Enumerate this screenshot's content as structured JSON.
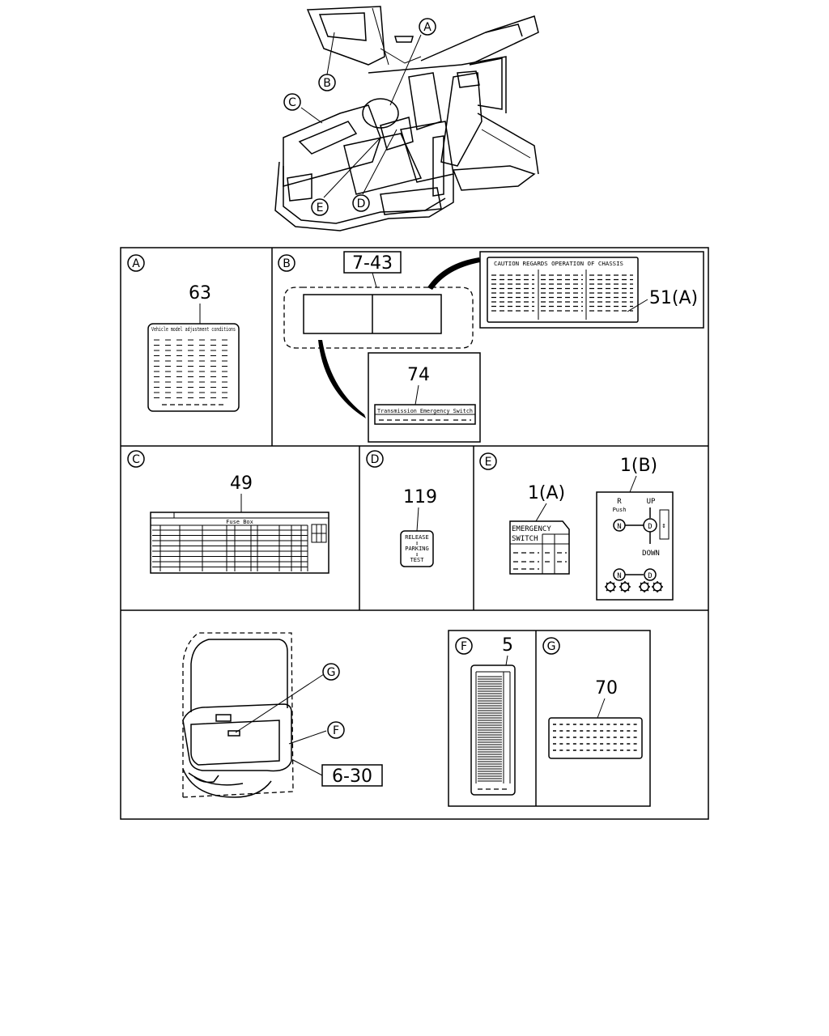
{
  "overview": {
    "letters": [
      "A",
      "B",
      "C",
      "D",
      "E"
    ]
  },
  "panels": {
    "a": {
      "letter": "A",
      "number": "63",
      "label_title": "Vehicle model adjustment conditions"
    },
    "b": {
      "letter": "B",
      "ref_box": "7-43",
      "number_right": "51(A)",
      "right_label_title": "CAUTION REGARDS OPERATION OF CHASSIS",
      "number_bottom": "74",
      "bottom_label_title": "Transmission Emergency Switch"
    },
    "c": {
      "letter": "C",
      "number": "49",
      "label_title": "Fuse Box"
    },
    "d": {
      "letter": "D",
      "number": "119",
      "label_lines": [
        "RELEASE",
        "↕",
        "PARKING",
        "↕",
        "TEST"
      ]
    },
    "e": {
      "letter": "E",
      "number_a": "1(A)",
      "number_b": "1(B)",
      "emergency_lines": [
        "EMERGENCY",
        "SWITCH"
      ],
      "shift_labels": {
        "r": "R",
        "push": "Push",
        "up": "UP",
        "down": "DOWN",
        "n": "N",
        "d": "D"
      }
    },
    "door": {
      "letter_g": "G",
      "letter_f": "F",
      "ref_box": "6-30"
    },
    "f": {
      "letter": "F",
      "number": "5"
    },
    "g": {
      "letter": "G",
      "number": "70"
    }
  }
}
